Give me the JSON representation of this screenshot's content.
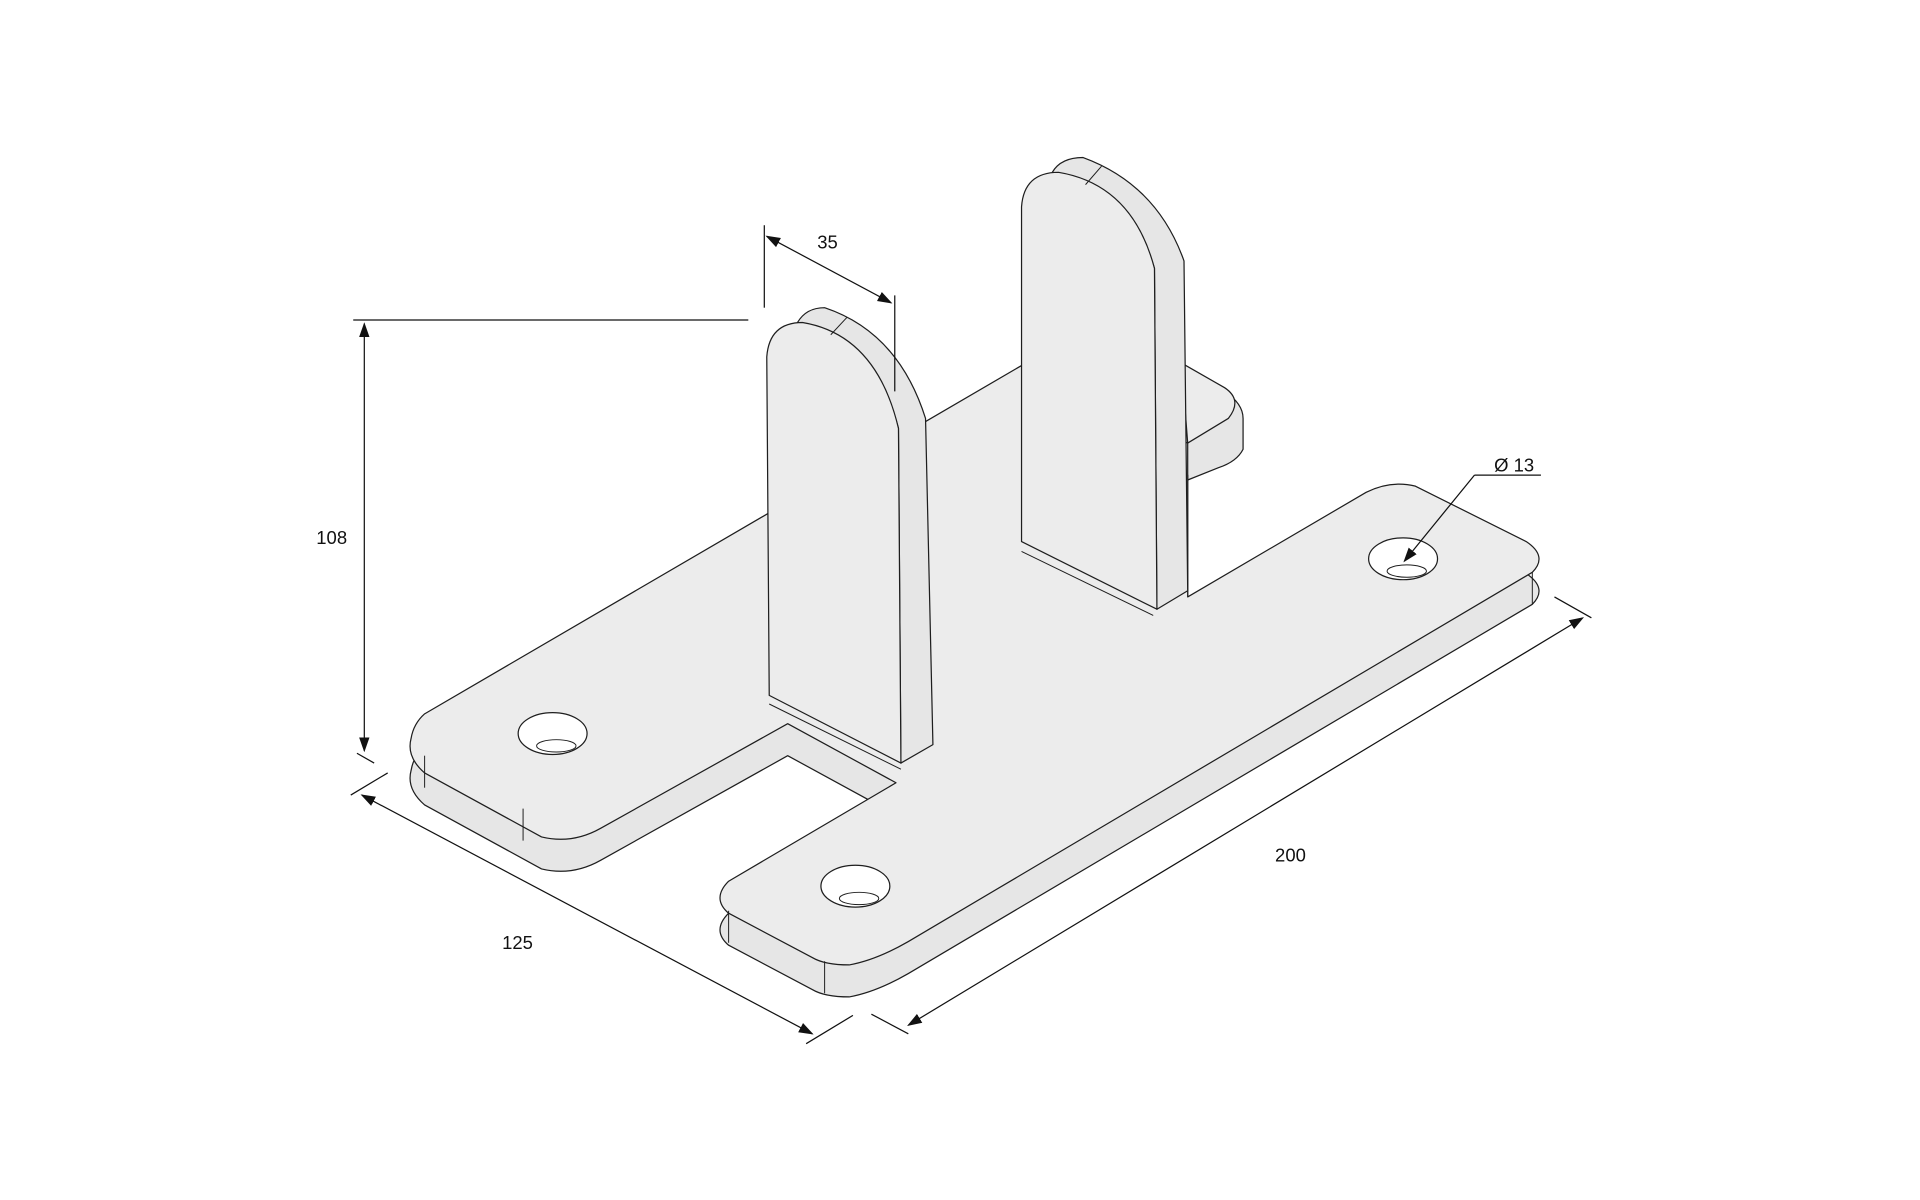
{
  "drawing": {
    "title": "Glass clamp base bracket isometric drawing",
    "dimensions": {
      "height": "108",
      "fin_width": "35",
      "depth": "125",
      "length": "200",
      "hole_diameter": "Ø 13"
    },
    "colors": {
      "surface": "#ececec",
      "line": "#1e1e1e",
      "background": "#ffffff"
    }
  }
}
